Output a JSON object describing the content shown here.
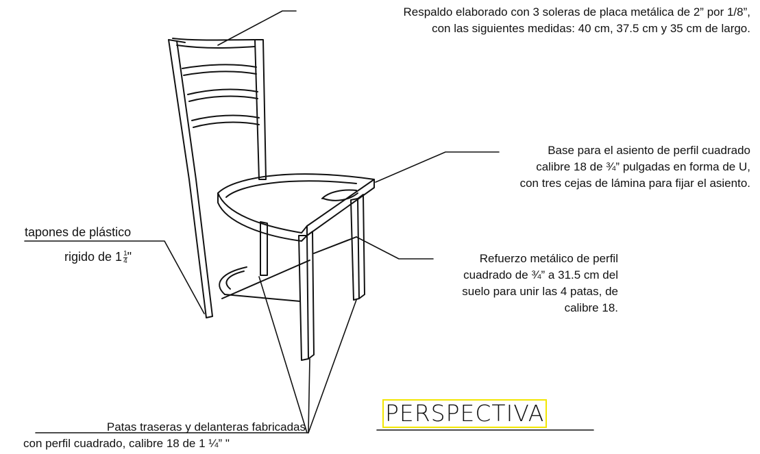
{
  "annotations": {
    "respaldo": {
      "line1": "Respaldo elaborado con 3 soleras de placa metálica de 2” por 1/8”,",
      "line2": "con las siguientes medidas: 40 cm, 37.5 cm y 35 cm de largo."
    },
    "base": {
      "line1": "Base para el asiento de perfil cuadrado",
      "line2": "calibre 18 de ¾” pulgadas en forma de U,",
      "line3": "con tres cejas de lámina para fijar el asiento."
    },
    "tapones": {
      "line1": "tapones de plástico",
      "line2_prefix": "rigido de 1",
      "fraction_numerator": "1",
      "fraction_denominator": "4",
      "line2_suffix": "\""
    },
    "refuerzo": {
      "line1": "Refuerzo metálico de perfil",
      "line2": "cuadrado de ¾” a 31.5 cm del",
      "line3": "suelo para unir las 4 patas, de",
      "line4": "calibre 18."
    },
    "patas": {
      "line1": "Patas traseras y delanteras fabricadas",
      "line2": "con perfil cuadrado, calibre 18 de 1 ¼” \""
    }
  },
  "title": "PERSPECTIVA",
  "colors": {
    "ink": "#111111",
    "title_box": "#f2e600",
    "background": "#ffffff"
  }
}
